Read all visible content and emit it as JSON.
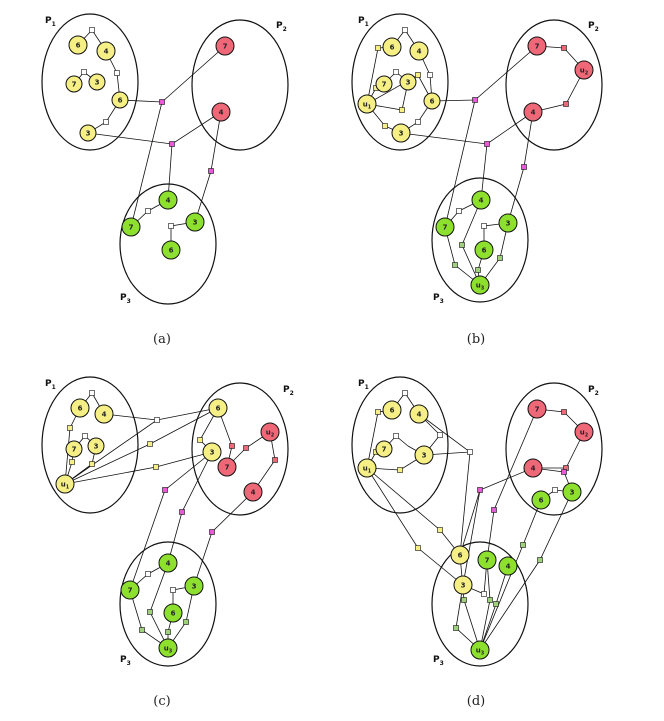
{
  "colors": {
    "yellow": "#f5ef86",
    "red": "#ef6878",
    "green": "#8ee02e",
    "edge": "#111111",
    "bend_pink": "#e85ad8",
    "bend_white": "#ffffff",
    "bend_green": "#9fd07a",
    "bend_yellow": "#f5ef86",
    "bend_red": "#ef6878"
  },
  "panels": [
    {
      "caption": "(a)",
      "partitions": [
        {
          "label": "P",
          "sub": "1"
        },
        {
          "label": "P",
          "sub": "2"
        },
        {
          "label": "P",
          "sub": "3"
        }
      ],
      "nodes": [
        {
          "label": "6",
          "color": "yellow"
        },
        {
          "label": "4",
          "color": "yellow"
        },
        {
          "label": "7",
          "color": "yellow"
        },
        {
          "label": "3",
          "color": "yellow"
        },
        {
          "label": "6",
          "color": "yellow"
        },
        {
          "label": "3",
          "color": "yellow"
        },
        {
          "label": "7",
          "color": "red"
        },
        {
          "label": "4",
          "color": "red"
        },
        {
          "label": "4",
          "color": "green"
        },
        {
          "label": "7",
          "color": "green"
        },
        {
          "label": "3",
          "color": "green"
        },
        {
          "label": "6",
          "color": "green"
        }
      ]
    },
    {
      "caption": "(b)",
      "partitions": [
        {
          "label": "P",
          "sub": "1"
        },
        {
          "label": "P",
          "sub": "2"
        },
        {
          "label": "P",
          "sub": "3"
        }
      ],
      "nodes": [
        {
          "label": "6",
          "color": "yellow"
        },
        {
          "label": "4",
          "color": "yellow"
        },
        {
          "label": "7",
          "color": "yellow"
        },
        {
          "label": "3",
          "color": "yellow"
        },
        {
          "label": "u",
          "sub": "1",
          "color": "yellow"
        },
        {
          "label": "6",
          "color": "yellow"
        },
        {
          "label": "3",
          "color": "yellow"
        },
        {
          "label": "7",
          "color": "red"
        },
        {
          "label": "u",
          "sub": "2",
          "color": "red"
        },
        {
          "label": "4",
          "color": "red"
        },
        {
          "label": "4",
          "color": "green"
        },
        {
          "label": "7",
          "color": "green"
        },
        {
          "label": "3",
          "color": "green"
        },
        {
          "label": "6",
          "color": "green"
        },
        {
          "label": "u",
          "sub": "3",
          "color": "green"
        }
      ]
    },
    {
      "caption": "(c)",
      "partitions": [
        {
          "label": "P",
          "sub": "1"
        },
        {
          "label": "P",
          "sub": "2"
        },
        {
          "label": "P",
          "sub": "3"
        }
      ],
      "nodes": [
        {
          "label": "6",
          "color": "yellow"
        },
        {
          "label": "4",
          "color": "yellow"
        },
        {
          "label": "7",
          "color": "yellow"
        },
        {
          "label": "3",
          "color": "yellow"
        },
        {
          "label": "u",
          "sub": "1",
          "color": "yellow"
        },
        {
          "label": "6",
          "color": "yellow"
        },
        {
          "label": "3",
          "color": "yellow"
        },
        {
          "label": "u",
          "sub": "2",
          "color": "red"
        },
        {
          "label": "7",
          "color": "red"
        },
        {
          "label": "4",
          "color": "red"
        },
        {
          "label": "4",
          "color": "green"
        },
        {
          "label": "7",
          "color": "green"
        },
        {
          "label": "3",
          "color": "green"
        },
        {
          "label": "6",
          "color": "green"
        },
        {
          "label": "u",
          "sub": "3",
          "color": "green"
        }
      ]
    },
    {
      "caption": "(d)",
      "partitions": [
        {
          "label": "P",
          "sub": "1"
        },
        {
          "label": "P",
          "sub": "2"
        },
        {
          "label": "P",
          "sub": "3"
        }
      ],
      "nodes": [
        {
          "label": "6",
          "color": "yellow"
        },
        {
          "label": "4",
          "color": "yellow"
        },
        {
          "label": "7",
          "color": "yellow"
        },
        {
          "label": "3",
          "color": "yellow"
        },
        {
          "label": "u",
          "sub": "1",
          "color": "yellow"
        },
        {
          "label": "7",
          "color": "red"
        },
        {
          "label": "u",
          "sub": "2",
          "color": "red"
        },
        {
          "label": "4",
          "color": "red"
        },
        {
          "label": "6",
          "color": "green"
        },
        {
          "label": "3",
          "color": "green"
        },
        {
          "label": "6",
          "color": "yellow"
        },
        {
          "label": "7",
          "color": "green"
        },
        {
          "label": "3",
          "color": "yellow"
        },
        {
          "label": "4",
          "color": "green"
        },
        {
          "label": "u",
          "sub": "3",
          "color": "green"
        }
      ]
    }
  ]
}
